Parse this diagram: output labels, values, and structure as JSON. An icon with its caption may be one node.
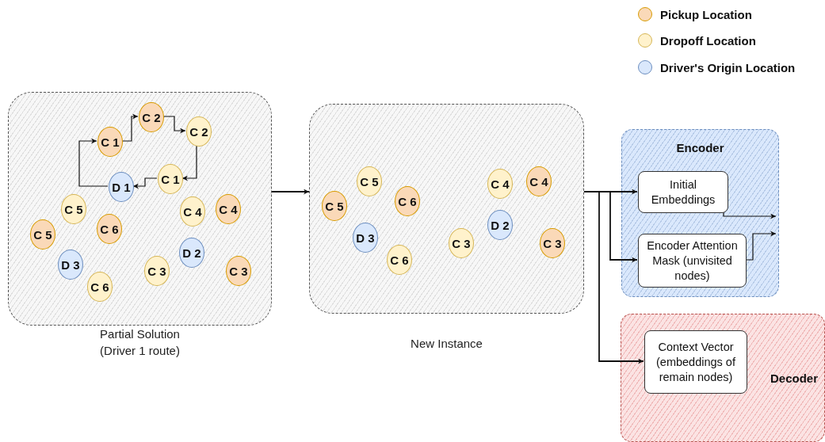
{
  "diagram": {
    "nodes": [
      {
        "text": [],
        "shape": "box",
        "beside": [
          "Partial Solution (Driver 1 route)"
        ]
      },
      {
        "text": [
          "C 2"
        ],
        "in": 0
      },
      {
        "text": [
          "C 2"
        ],
        "in": 0
      },
      {
        "text": [
          "C 1"
        ],
        "in": 0
      },
      {
        "text": [
          "C 1"
        ],
        "in": 0
      },
      {
        "text": [
          "D 1"
        ],
        "in": 0
      },
      {
        "text": [
          "C 5"
        ],
        "in": 0
      },
      {
        "text": [
          "C 4"
        ],
        "in": 0
      },
      {
        "text": [
          "C 4"
        ],
        "in": 0
      },
      {
        "text": [
          "C 6"
        ],
        "in": 0
      },
      {
        "text": [
          "C 5"
        ],
        "in": 0
      },
      {
        "text": [
          "D 2"
        ],
        "in": 0
      },
      {
        "text": [
          "D 3"
        ],
        "in": 0
      },
      {
        "text": [
          "C 3"
        ],
        "in": 0
      },
      {
        "text": [
          "C 3"
        ],
        "in": 0
      },
      {
        "text": [
          "C 6"
        ],
        "in": 0
      },
      {
        "text": [],
        "shape": "box",
        "beside": [
          "New Instance"
        ]
      },
      {
        "text": [
          "C 5"
        ],
        "in": 16
      },
      {
        "text": [
          "C 4"
        ],
        "in": 16
      },
      {
        "text": [
          "C 4"
        ],
        "in": 16
      },
      {
        "text": [
          "C 6"
        ],
        "in": 16
      },
      {
        "text": [
          "C 5"
        ],
        "in": 16
      },
      {
        "text": [
          "D 2"
        ],
        "in": 16
      },
      {
        "text": [
          "D 3"
        ],
        "in": 16
      },
      {
        "text": [
          "C 3"
        ],
        "in": 16
      },
      {
        "text": [
          "C 3"
        ],
        "in": 16
      },
      {
        "text": [
          "C 6"
        ],
        "in": 16
      },
      {
        "text": [
          "Encoder"
        ]
      },
      {
        "text": [
          "Initial Embeddings"
        ],
        "in": 27
      },
      {
        "text": [
          "Encoder Attention Mask (unvisited nodes)"
        ],
        "in": 27
      },
      {
        "text": [
          "Decoder"
        ]
      },
      {
        "text": [
          "Context Vector (embeddings of remain nodes)"
        ],
        "in": 30
      }
    ],
    "edges": [
      {
        "from": 5,
        "to": 3,
        "arrow": "to"
      },
      {
        "from": 3,
        "to": 1,
        "arrow": "to"
      },
      {
        "from": 1,
        "to": 2,
        "arrow": "to"
      },
      {
        "from": 2,
        "to": 4,
        "arrow": "to"
      },
      {
        "from": 4,
        "to": 5,
        "arrow": "to"
      },
      {
        "from": 0,
        "to": 16,
        "arrow": "to"
      },
      {
        "from": 16,
        "to": 28,
        "arrow": "to"
      },
      {
        "from": 16,
        "to": 29,
        "arrow": "to"
      },
      {
        "from": 16,
        "to": 31,
        "arrow": "to"
      },
      {
        "from": 28,
        "to": 27,
        "arrow": "to"
      },
      {
        "from": 29,
        "to": 27,
        "arrow": "to"
      }
    ],
    "legend": [
      {
        "text": "Pickup Location",
        "color": "#fad9b8"
      },
      {
        "text": "Dropoff Location",
        "color": "#fff2cc"
      },
      {
        "text": "Driver's Origin Location",
        "color": "#dae8fc"
      }
    ]
  }
}
